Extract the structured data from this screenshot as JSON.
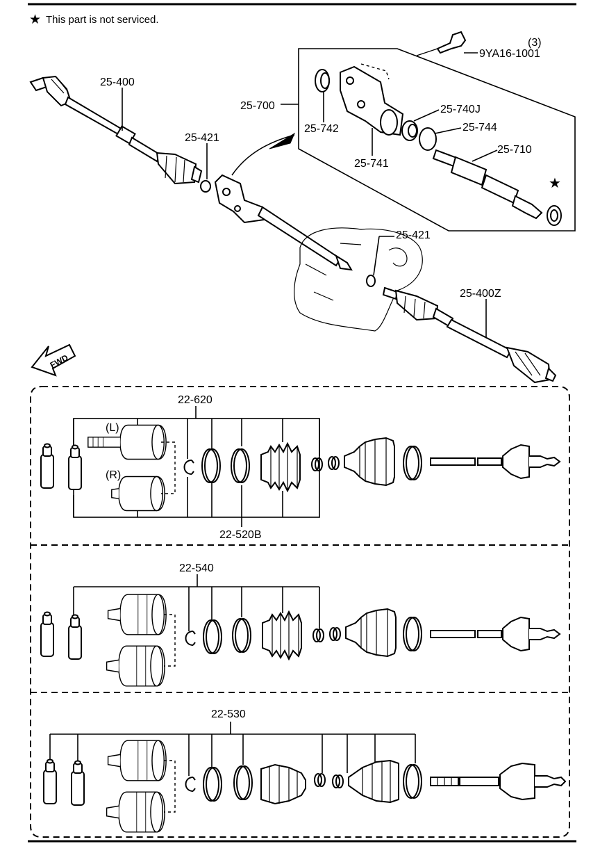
{
  "note": {
    "star": "★",
    "text": "This part is not serviced."
  },
  "fwd_label": "FWD",
  "upper": {
    "label_25_400": "25-400",
    "label_25_421_left": "25-421",
    "label_25_700": "25-700",
    "label_25_742": "25-742",
    "label_25_741": "25-741",
    "label_25_740j": "25-740J",
    "label_25_744": "25-744",
    "label_25_710": "25-710",
    "label_bolt": "9YA16-1001",
    "label_bolt_qty": "(3)",
    "star_mark": "★",
    "label_25_421_right": "25-421",
    "label_25_400z": "25-400Z"
  },
  "kits": {
    "kit1": {
      "label": "22-620",
      "sub_label": "22-520B",
      "left_tag": "(L)",
      "right_tag": "(R)"
    },
    "kit2": {
      "label": "22-540"
    },
    "kit3": {
      "label": "22-530"
    }
  }
}
